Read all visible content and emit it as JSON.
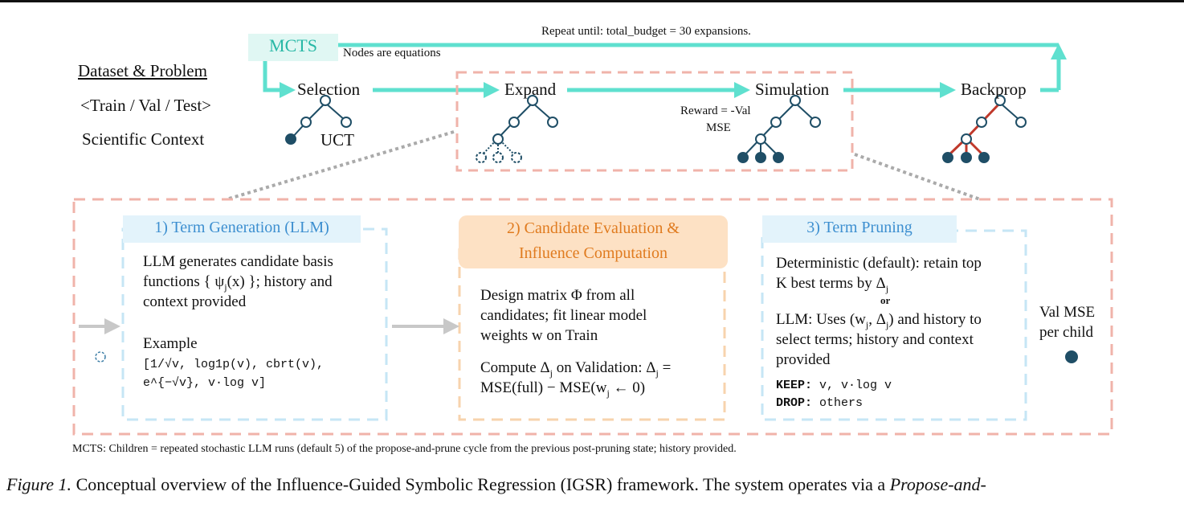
{
  "header": {
    "repeat_label": "Repeat until: total_budget = 30 expansions.",
    "mcts_label": "MCTS",
    "nodes_label": "Nodes are equations"
  },
  "left_panel": {
    "dataset": "Dataset & Problem",
    "split": "<Train / Val / Test>",
    "context": "Scientific Context"
  },
  "stages": {
    "selection": "Selection",
    "uct": "UCT",
    "expand": "Expand",
    "simulation": "Simulation",
    "reward_1": "Reward = -Val",
    "reward_2": "MSE",
    "backprop": "Backprop"
  },
  "panel1": {
    "title": "1) Term Generation (LLM)",
    "text_1": "LLM generates candidate basis",
    "text_2a": "functions { ψ",
    "text_2sub": "j",
    "text_2b": "(x) }; history and",
    "text_3": "context provided",
    "example_label": "Example",
    "code_1": "[1/√v, log1p(v), cbrt(v),",
    "code_2": "e^{−√v}, v·log v]"
  },
  "panel2": {
    "title_1": "2) Candidate Evaluation &",
    "title_2": "Influence Computation",
    "text_1": "Design matrix Φ from all",
    "text_2": "candidates; fit linear model",
    "text_3": "weights w on Train",
    "text_4a": "Compute Δ",
    "text_4b": " on Validation: Δ",
    "text_4c": " =",
    "text_5a": "MSE(full) − MSE(w",
    "text_5b": " ← 0)",
    "sub_j": "j"
  },
  "panel3": {
    "title": "3) Term Pruning",
    "text_1": "Deterministic (default): retain top",
    "text_2a": "K best terms by Δ",
    "or_label": "or",
    "text_3a": "LLM: Uses (w",
    "text_3b": ", Δ",
    "text_3c": ") and history to",
    "text_4": "select terms; history and context",
    "text_5": "provided",
    "keep_label": "KEEP:",
    "keep_value": " v, v·log v",
    "drop_label": "DROP:",
    "drop_value": " others",
    "sub_j": "j"
  },
  "right_note": {
    "line_1": "Val MSE",
    "line_2": "per child"
  },
  "footnote": "MCTS: Children = repeated stochastic LLM runs (default 5) of the propose-and-prune cycle from the previous post-pruning state; history provided.",
  "caption": {
    "prefix": "Figure 1.",
    "text": " Conceptual overview of the Influence-Guided Symbolic Regression (IGSR) framework. The system operates via a ",
    "italic": "Propose-and-"
  },
  "colors": {
    "teal": "#5fe0cf",
    "pink_dash": "#f0b3aa",
    "blue_dash": "#c6e6f5",
    "orange_dash": "#f7d3ad",
    "node_fill": "#1f4e66",
    "red_edge": "#c0392b",
    "gray_arrow": "#c8c8c8"
  }
}
